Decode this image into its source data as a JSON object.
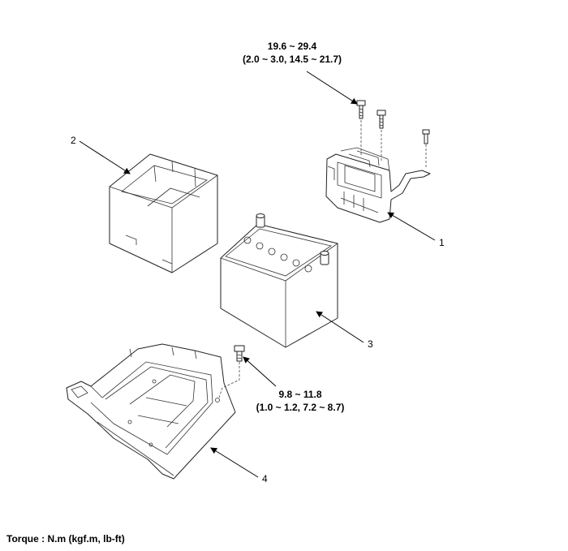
{
  "torque_upper": {
    "value": "19.6 ~ 29.4",
    "alt_units": "(2.0 ~ 3.0, 14.5 ~ 21.7)"
  },
  "torque_lower": {
    "value": "9.8 ~ 11.8",
    "alt_units": "(1.0 ~ 1.2, 7.2 ~ 8.7)"
  },
  "callouts": [
    "1",
    "2",
    "3",
    "4"
  ],
  "footer": {
    "torque_units": "Torque : N.m (kgf.m, lb-ft)"
  }
}
